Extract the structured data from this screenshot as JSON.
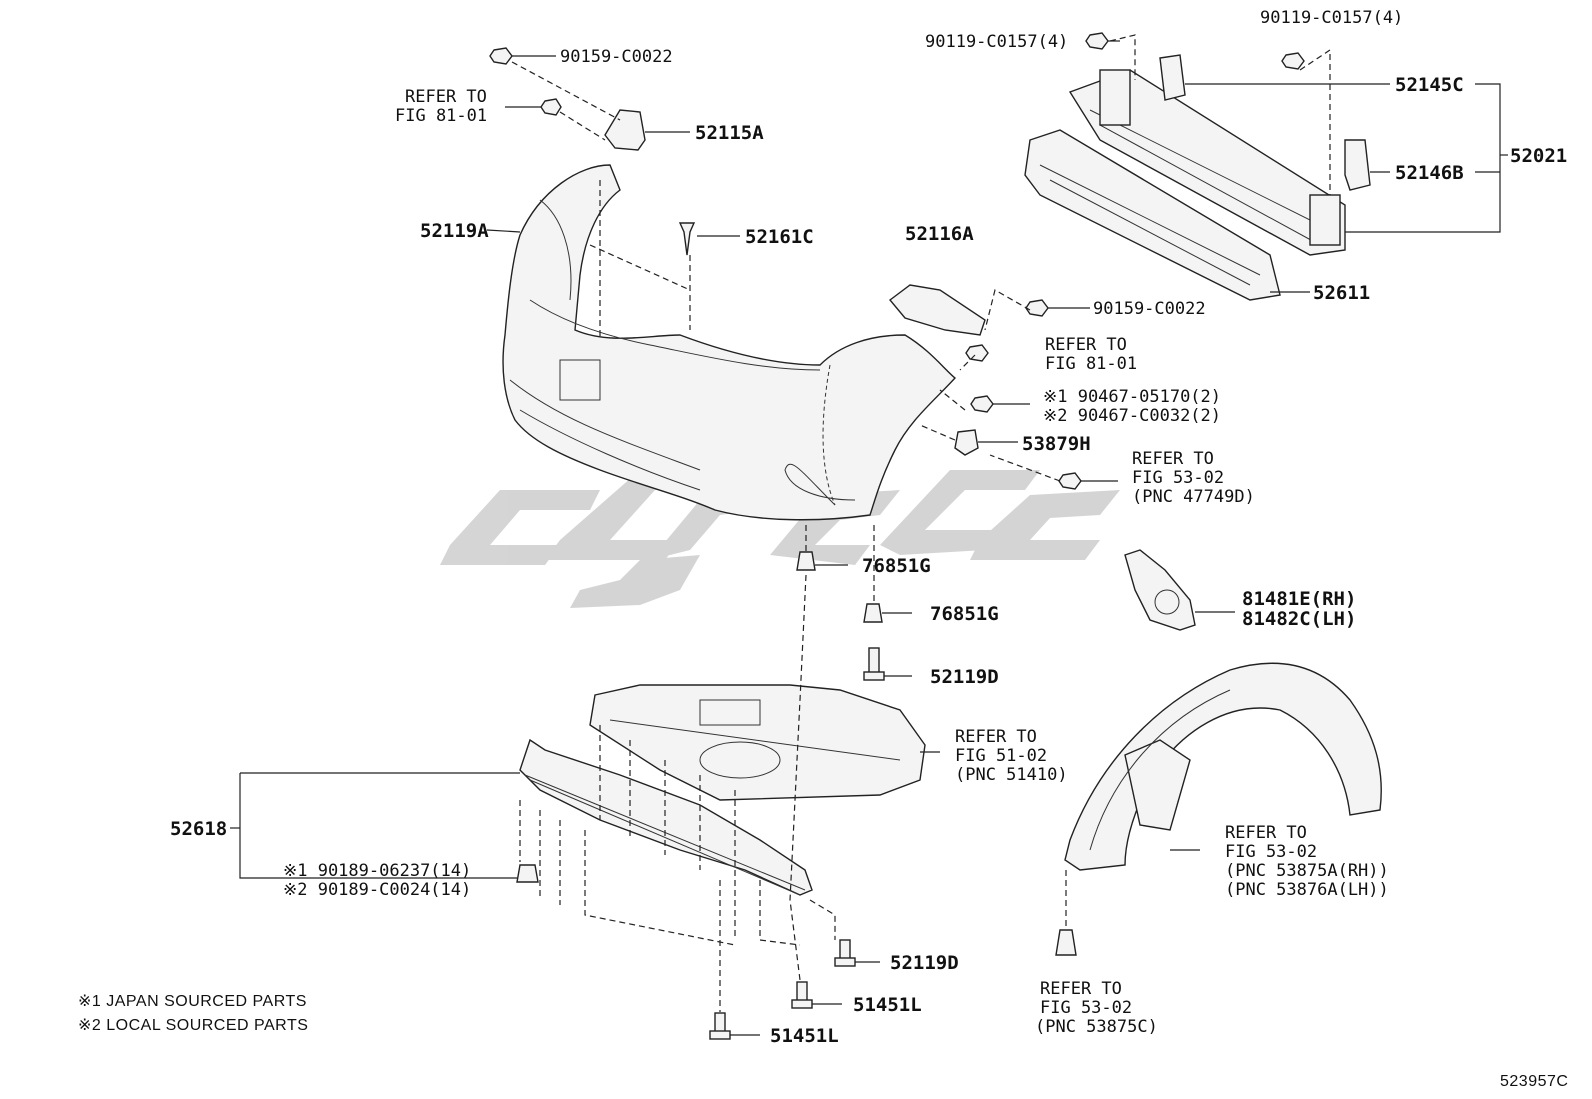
{
  "diagram": {
    "id_code": "523957C",
    "footnotes": {
      "japan": "※1 JAPAN SOURCED PARTS",
      "local": "※2 LOCAL SOURCED PARTS"
    },
    "labels": {
      "p90159_top": "90159-C0022",
      "refer_8101_a_1": "REFER TO",
      "refer_8101_a_2": "FIG 81-01",
      "p52115A": "52115A",
      "p52119A": "52119A",
      "p52161C": "52161C",
      "p90119_left": "90119-C0157(4)",
      "p90119_right": "90119-C0157(4)",
      "p52145C": "52145C",
      "p52021": "52021",
      "p52146B": "52146B",
      "p52611": "52611",
      "p52116A": "52116A",
      "p90159_mid": "90159-C0022",
      "refer_8101_b_1": "REFER TO",
      "refer_8101_b_2": "FIG 81-01",
      "p90467_1": "※1 90467-05170(2)",
      "p90467_2": "※2 90467-C0032(2)",
      "p53879H": "53879H",
      "refer_5302_a_1": "REFER TO",
      "refer_5302_a_2": "FIG 53-02",
      "refer_5302_a_3": "(PNC 47749D)",
      "p76851G_a": "76851G",
      "p76851G_b": "76851G",
      "p52119D_a": "52119D",
      "p81481E": "81481E(RH)",
      "p81482C": "81482C(LH)",
      "refer_5102_1": "REFER TO",
      "refer_5102_2": "FIG 51-02",
      "refer_5102_3": "(PNC 51410)",
      "p52618": "52618",
      "p90189_1": "※1 90189-06237(14)",
      "p90189_2": "※2 90189-C0024(14)",
      "p52119D_b": "52119D",
      "p51451L_a": "51451L",
      "p51451L_b": "51451L",
      "refer_5302_b_1": "REFER TO",
      "refer_5302_b_2": "FIG 53-02",
      "refer_5302_b_3": "(PNC 53875A(RH))",
      "refer_5302_b_4": "(PNC 53876A(LH))",
      "refer_5302_c_1": "REFER TO",
      "refer_5302_c_2": "FIG 53-02",
      "refer_5302_c_3": "(PNC 53875C)"
    },
    "colors": {
      "line": "#222222",
      "watermark": "#d0d0d0",
      "background": "#ffffff"
    }
  }
}
